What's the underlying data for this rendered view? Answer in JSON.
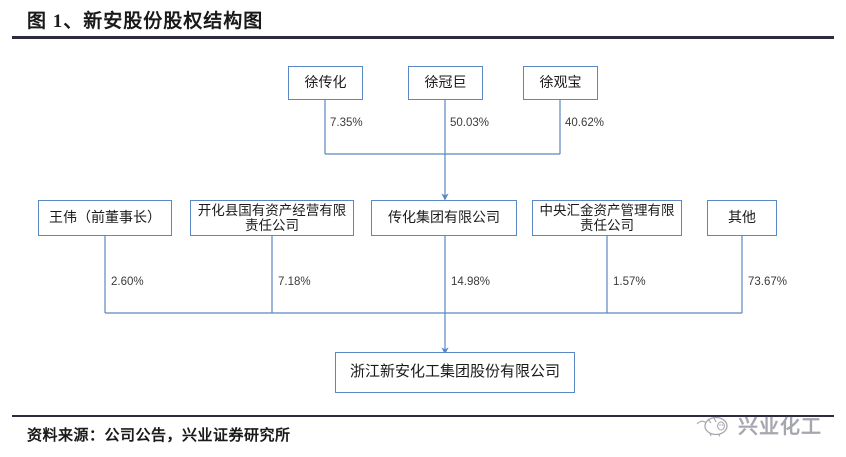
{
  "title": "图 1、新安股份股权结构图",
  "footer": {
    "source": "资料来源：公司公告，兴业证券研究所"
  },
  "watermark": {
    "text": "兴业化工",
    "logo_icon": "pig-logo-icon"
  },
  "colors": {
    "box_border": "#5b87c4",
    "connector": "#5b87c4",
    "rule": "#2e2b40",
    "text": "#1b1b1b"
  },
  "chart_data": {
    "type": "diagram",
    "title": "图 1、新安股份股权结构图",
    "subtype": "ownership-structure-org-chart",
    "levels": [
      {
        "level": 1,
        "nodes": [
          {
            "id": "xuchuanhua",
            "label": "徐传化",
            "stake_pct": "7.35%",
            "stake_value": 7.35,
            "parent": "chuanhua-group"
          },
          {
            "id": "xuguanju",
            "label": "徐冠巨",
            "stake_pct": "50.03%",
            "stake_value": 50.03,
            "parent": "chuanhua-group"
          },
          {
            "id": "xuguanbao",
            "label": "徐观宝",
            "stake_pct": "40.62%",
            "stake_value": 40.62,
            "parent": "chuanhua-group"
          }
        ]
      },
      {
        "level": 2,
        "nodes": [
          {
            "id": "wangwei",
            "label": "王伟（前董事长）",
            "stake_pct": "2.60%",
            "stake_value": 2.6,
            "parent": "xinan-chemical"
          },
          {
            "id": "kaihua-soa",
            "label": "开化县国有资产经营有限责任公司",
            "stake_pct": "7.18%",
            "stake_value": 7.18,
            "parent": "xinan-chemical"
          },
          {
            "id": "chuanhua-group",
            "label": "传化集团有限公司",
            "stake_pct": "14.98%",
            "stake_value": 14.98,
            "parent": "xinan-chemical"
          },
          {
            "id": "huijin",
            "label": "中央汇金资产管理有限责任公司",
            "stake_pct": "1.57%",
            "stake_value": 1.57,
            "parent": "xinan-chemical"
          },
          {
            "id": "other",
            "label": "其他",
            "stake_pct": "73.67%",
            "stake_value": 73.67,
            "parent": "xinan-chemical"
          }
        ]
      },
      {
        "level": 3,
        "nodes": [
          {
            "id": "xinan-chemical",
            "label": "浙江新安化工集团股份有限公司",
            "stake_pct": "",
            "stake_value": null,
            "parent": null
          }
        ]
      }
    ]
  }
}
